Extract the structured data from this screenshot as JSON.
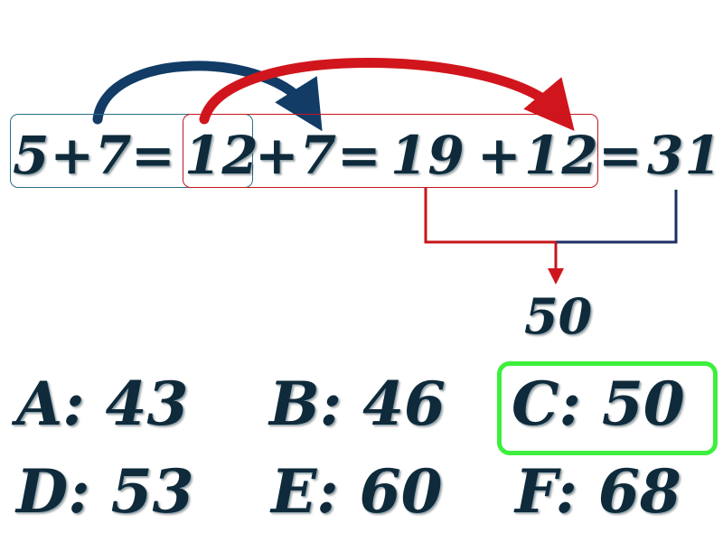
{
  "equation": {
    "term_a": "5+7",
    "eq1": "=",
    "term_b": "12",
    "term_c": "+7",
    "eq2": "=",
    "term_d": "19",
    "plus": "+",
    "term_e": "12",
    "eq3": "=",
    "term_f": "31"
  },
  "result": "50",
  "options": [
    {
      "label": "A: 43"
    },
    {
      "label": "B: 46"
    },
    {
      "label": "C: 50"
    },
    {
      "label": "D: 53"
    },
    {
      "label": "E: 60"
    },
    {
      "label": "F: 68"
    }
  ],
  "colors": {
    "text": "#0f2a3a",
    "arrow_blue": "#123c66",
    "arrow_red": "#d0161c",
    "box_blue": "#2a6f86",
    "box_red": "#c4161c",
    "correct_highlight": "#3cf03c"
  }
}
